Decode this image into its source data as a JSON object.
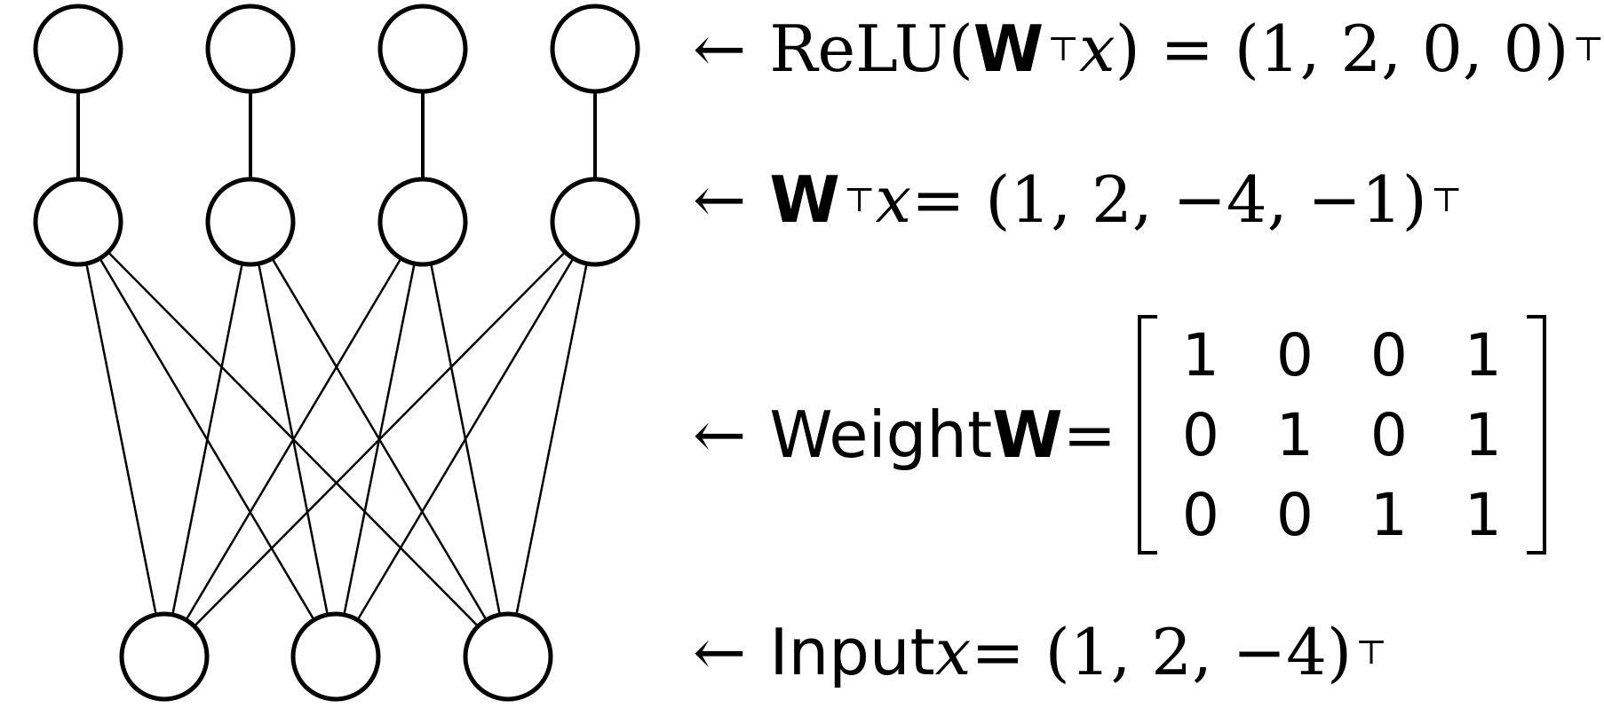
{
  "labels": {
    "relu": {
      "arrow": "←",
      "func": "ReLU(",
      "W": "W",
      "T": "⊤",
      "x": "x",
      "rest": ") = (1, 2, 0, 0)",
      "T2": "⊤"
    },
    "pre": {
      "arrow": "←",
      "W": "W",
      "T": "⊤",
      "x": "x",
      "rest": " = (1, 2, −4, −1)",
      "T2": "⊤"
    },
    "weight": {
      "arrow": "←",
      "text": "Weight ",
      "W": "W",
      "eq": " ="
    },
    "input": {
      "arrow": "←",
      "text": "Input ",
      "x": "x",
      "rest": " = (1, 2, −4)",
      "T": "⊤"
    }
  },
  "matrix": [
    [
      "1",
      "0",
      "0",
      "1"
    ],
    [
      "0",
      "1",
      "0",
      "1"
    ],
    [
      "0",
      "0",
      "1",
      "1"
    ]
  ],
  "network": {
    "layers": [
      {
        "name": "output",
        "nodes": 4
      },
      {
        "name": "hidden",
        "nodes": 4
      },
      {
        "name": "input",
        "nodes": 3
      }
    ]
  }
}
